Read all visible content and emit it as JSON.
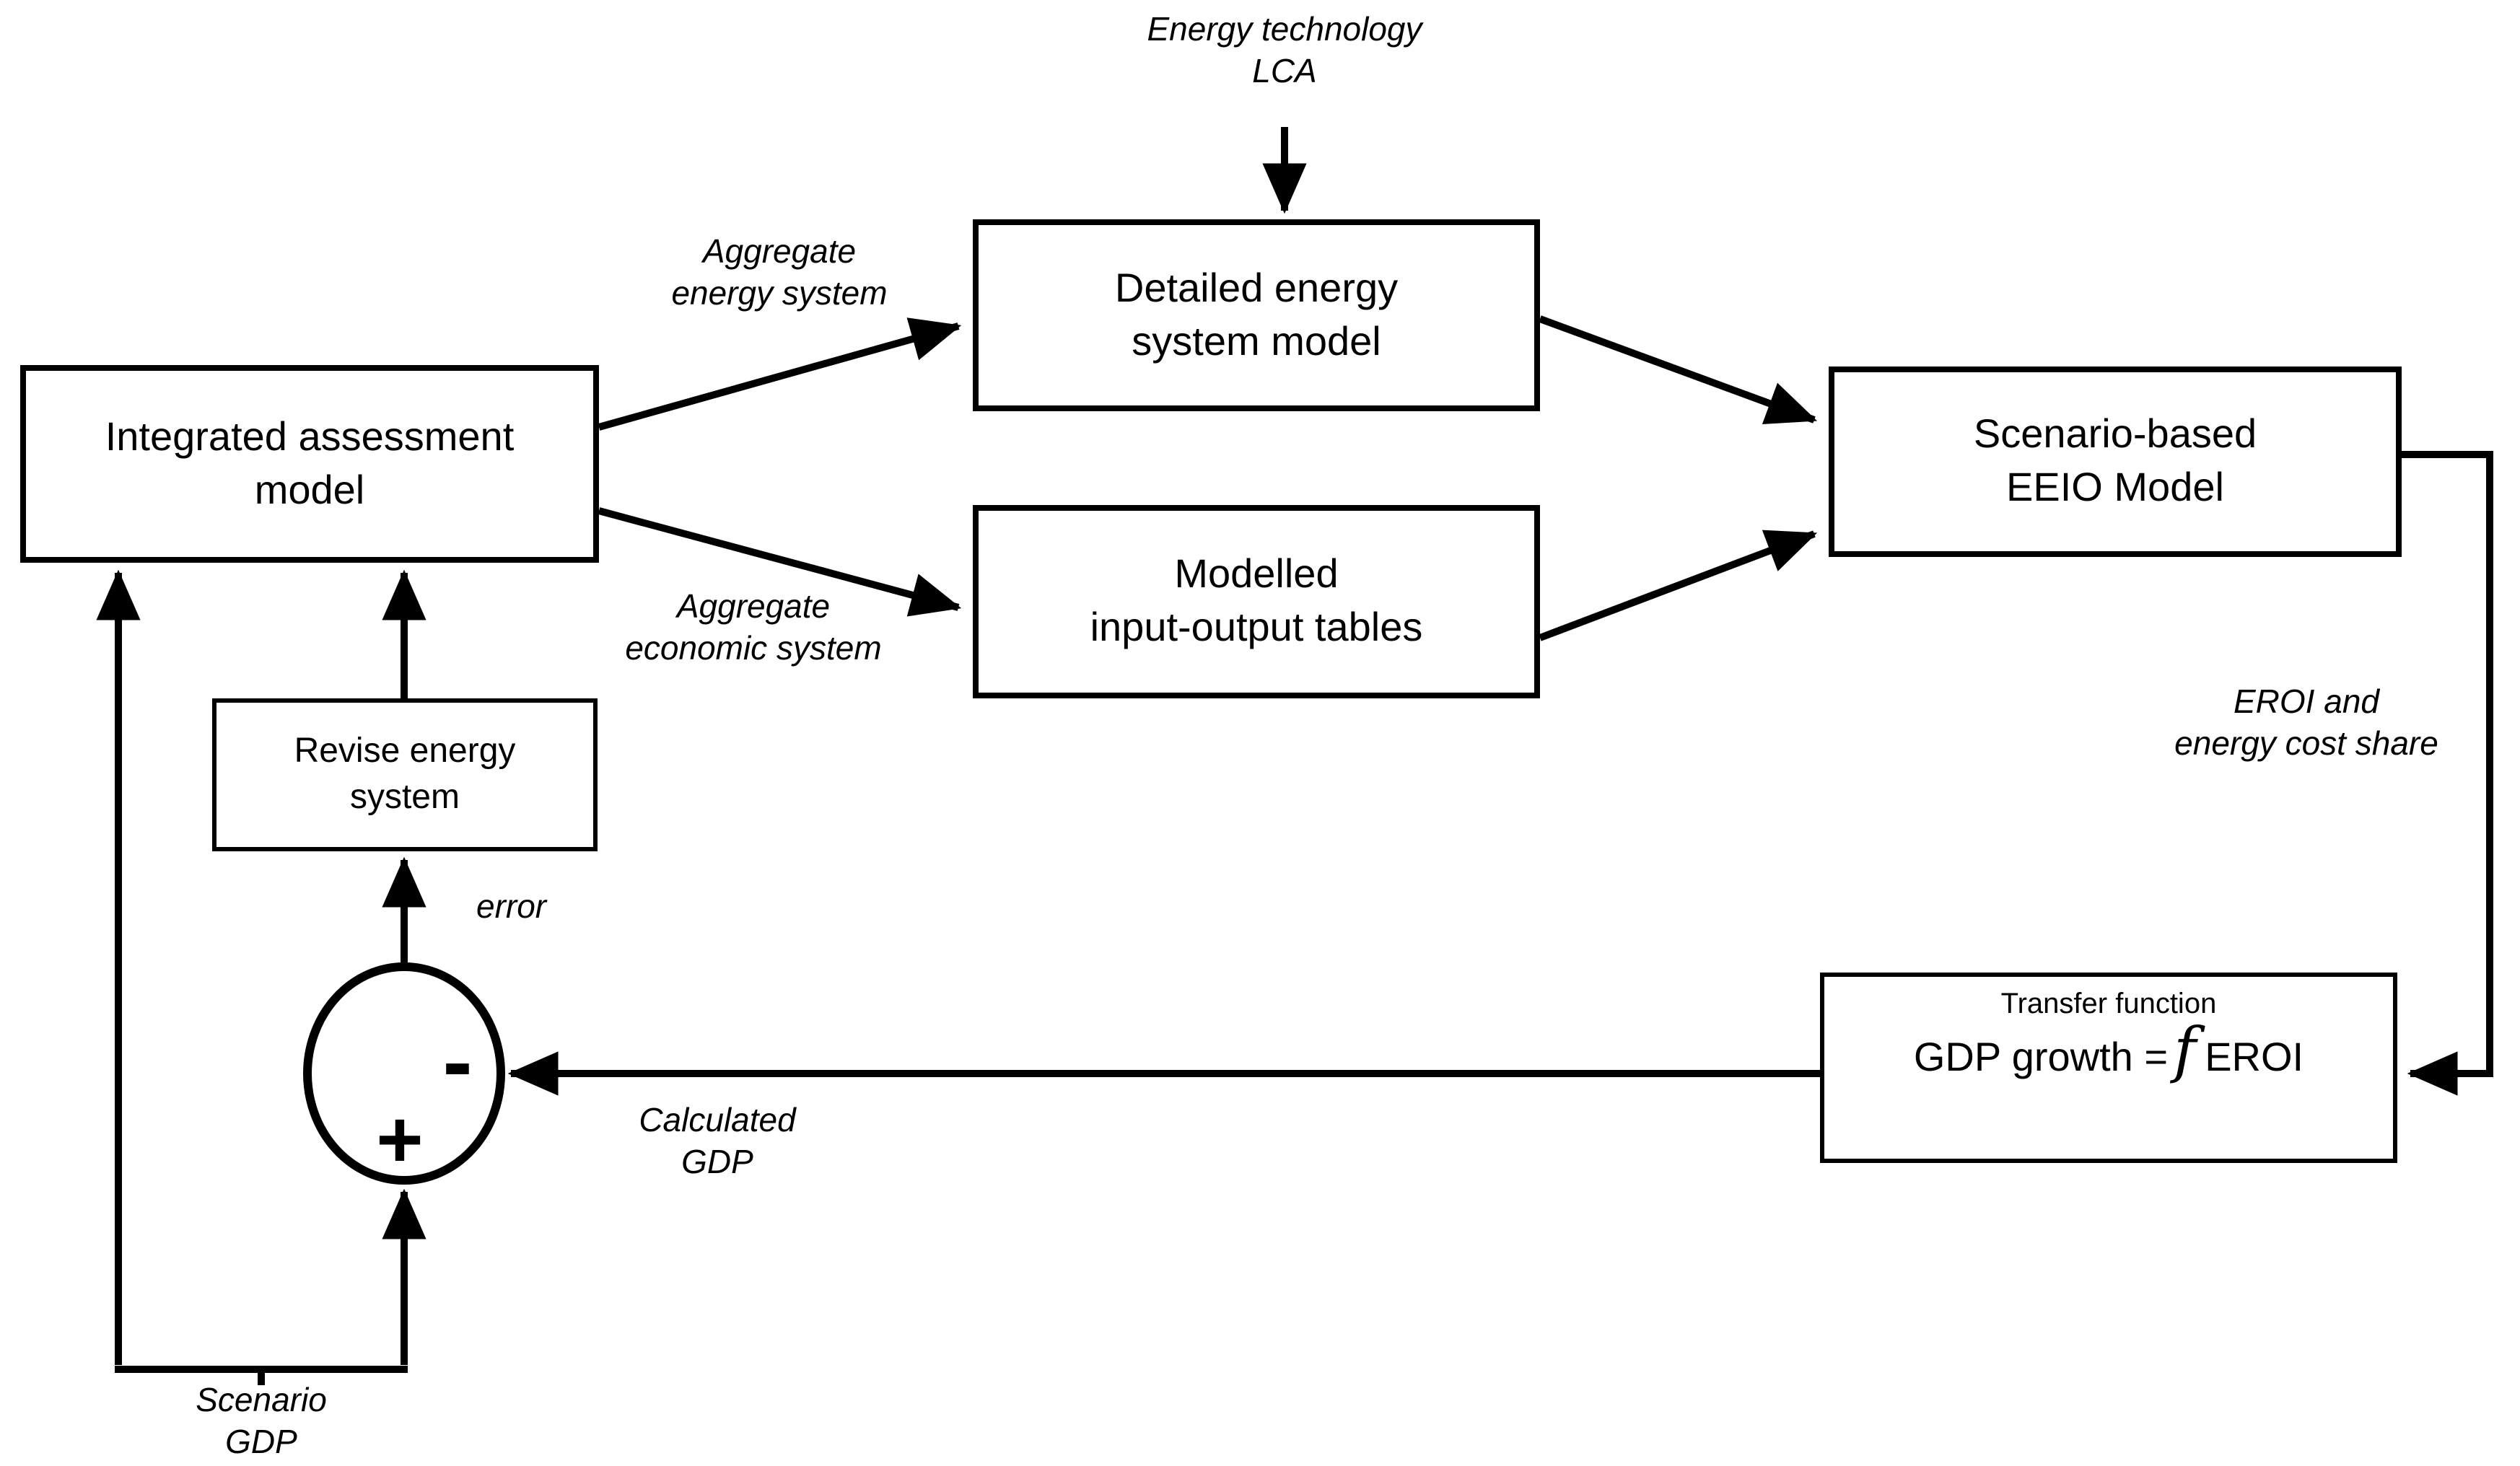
{
  "boxes": {
    "iam": "Integrated assessment\nmodel",
    "detailed": "Detailed energy\nsystem model",
    "modelled": "Modelled\ninput-output tables",
    "eeio": "Scenario-based\nEEIO Model",
    "revise": "Revise energy\nsystem"
  },
  "transfer": {
    "title": "Transfer function",
    "eq_prefix": "GDP growth =",
    "eq_f": "f",
    "eq_suffix": "EROI"
  },
  "labels": {
    "energy_tech_lca": "Energy technology\nLCA",
    "aggregate_energy": "Aggregate\nenergy system",
    "aggregate_economic": "Aggregate\neconomic system",
    "eroi_cost_share": "EROI and\nenergy cost share",
    "error": "error",
    "calculated_gdp": "Calculated\nGDP",
    "scenario_gdp": "Scenario\nGDP"
  },
  "signs": {
    "minus": "-",
    "plus": "+"
  },
  "colors": {
    "line": "#000000",
    "background": "#ffffff",
    "text": "#000000"
  }
}
